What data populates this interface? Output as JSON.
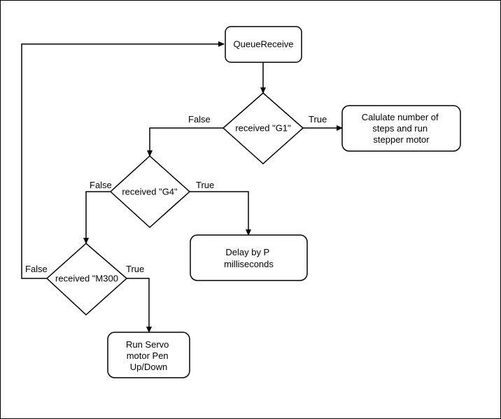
{
  "diagram": {
    "nodes": {
      "queue_receive": {
        "label": "QueueReceive"
      },
      "decision_g1": {
        "label": "received \"G1\""
      },
      "process_stepper": {
        "lines": [
          "Calulate number of",
          "steps and run",
          "stepper motor"
        ]
      },
      "decision_g4": {
        "label": "received \"G4\""
      },
      "process_delay": {
        "lines": [
          "Delay by P",
          "milliseconds"
        ]
      },
      "decision_m300": {
        "label": "received \"M300"
      },
      "process_servo": {
        "lines": [
          "Run Servo",
          "motor Pen",
          "Up/Down"
        ]
      }
    },
    "edge_labels": {
      "g1_true": "True",
      "g1_false": "False",
      "g4_true": "True",
      "g4_false": "False",
      "m300_true": "True",
      "m300_false": "False"
    },
    "colors": {
      "stroke": "#000000",
      "fill": "#ffffff",
      "text": "#000000"
    }
  }
}
